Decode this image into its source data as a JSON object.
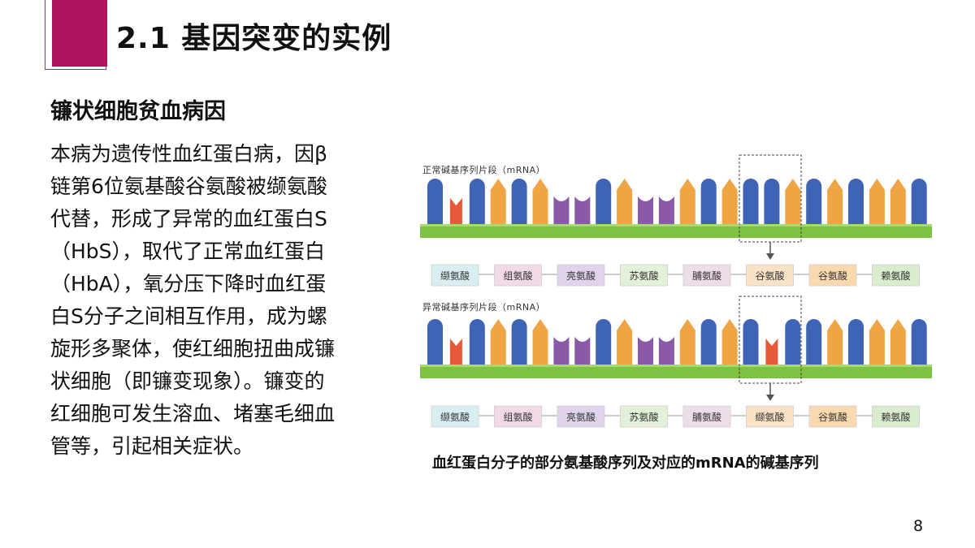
{
  "slide": {
    "title": "2.1 基因突变的实例",
    "subtitle": "镰状细胞贫血病因",
    "body_lines": [
      "本病为遗传性血红蛋白病，因β",
      "链第6位氨基酸谷氨酸被缬氨酸",
      "代替，形成了异常的血红蛋白S",
      "（HbS），取代了正常血红蛋白",
      "（HbA），氧分压下降时血红蛋",
      "白S分子之间相互作用，成为螺",
      "旋形多聚体，使红细胞扭曲成镰",
      "状细胞（即镰变现象）。镰变的",
      "红细胞可发生溶血、堵塞毛细血",
      "管等，引起相关症状。"
    ],
    "page_number": "8"
  },
  "figure": {
    "caption": "血红蛋白分子的部分氨基酸序列及对应的mRNA的碱基序列",
    "normal": {
      "label": "正常碱基序列片段（mRNA）",
      "bases": [
        "b",
        "r",
        "b",
        "o",
        "b",
        "o",
        "p",
        "p",
        "b",
        "o",
        "p",
        "p",
        "o",
        "b",
        "o",
        "b",
        "b",
        "o",
        "b",
        "o",
        "b",
        "o",
        "o",
        "b"
      ],
      "amino_acids": [
        "缬氨酸",
        "组氨酸",
        "亮氨酸",
        "苏氨酸",
        "脯氨酸",
        "谷氨酸",
        "谷氨酸",
        "赖氨酸"
      ]
    },
    "abnormal": {
      "label": "异常碱基序列片段（mRNA）",
      "bases": [
        "b",
        "r",
        "b",
        "o",
        "b",
        "o",
        "p",
        "p",
        "b",
        "o",
        "p",
        "p",
        "o",
        "b",
        "o",
        "b",
        "r",
        "b",
        "b",
        "o",
        "b",
        "o",
        "o",
        "b"
      ],
      "amino_acids": [
        "缬氨酸",
        "组氨酸",
        "亮氨酸",
        "苏氨酸",
        "脯氨酸",
        "缬氨酸",
        "谷氨酸",
        "赖氨酸"
      ]
    },
    "highlight_codon_index": 5,
    "colors": {
      "adenine_blue": "#3f63b5",
      "uracil_red": "#e8593a",
      "guanine_orange": "#f0a544",
      "cytosine_purple": "#8a5aa8",
      "backbone_green": "#7dc242",
      "accent_magenta": "#b0145f",
      "aa_boxes": [
        "#d8eef3",
        "#f1d9e6",
        "#e0d3ec",
        "#e3f1d8",
        "#eddde9",
        "#fbe2c6",
        "#fbd9ae",
        "#d9eccd"
      ]
    }
  }
}
